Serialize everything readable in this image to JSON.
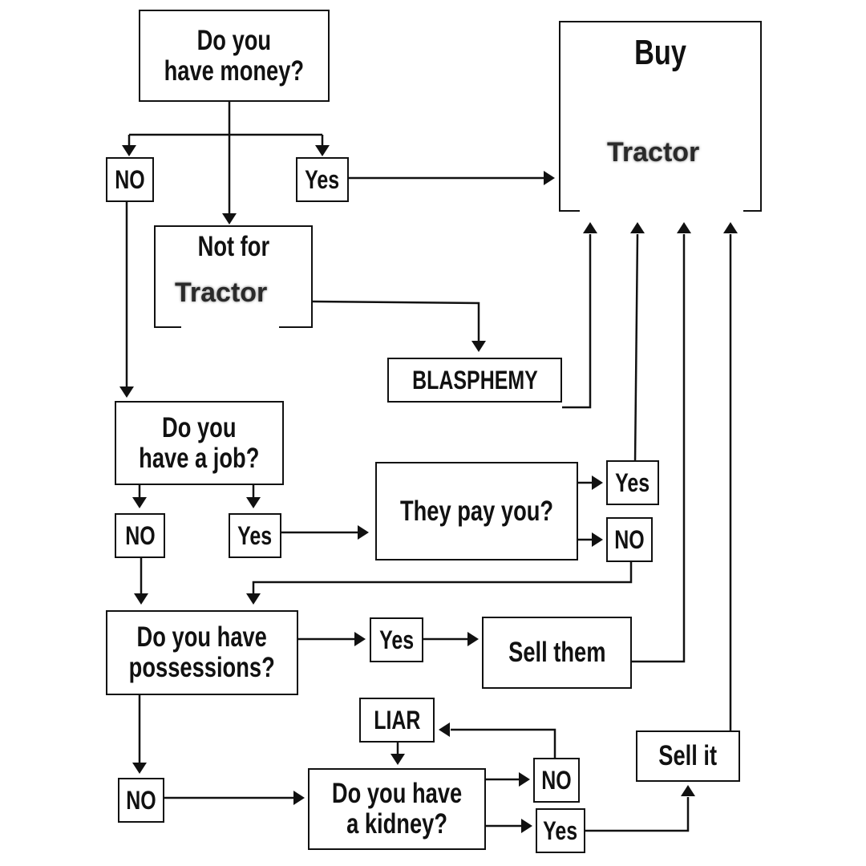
{
  "colors": {
    "ink": "#111111",
    "background": "#ffffff",
    "tractor_text": "#2a2a2a"
  },
  "nodes": {
    "money_q": "Do you\nhave money?",
    "money_no": "NO",
    "money_yes": "Yes",
    "not_for_line1": "Not for",
    "not_for_line2": "Tractor",
    "blasphemy": "BLASPHEMY",
    "buy_line1": "Buy",
    "buy_line2": "Tractor",
    "job_q": "Do you\nhave a job?",
    "job_no": "NO",
    "job_yes": "Yes",
    "pay_q": "They pay you?",
    "pay_yes": "Yes",
    "pay_no": "NO",
    "poss_q": "Do you have\npossessions?",
    "poss_yes": "Yes",
    "sell_them": "Sell them",
    "poss_no": "NO",
    "liar": "LIAR",
    "kidney_q": "Do you have\na kidney?",
    "kidney_no": "NO",
    "kidney_yes": "Yes",
    "sell_it": "Sell it"
  }
}
